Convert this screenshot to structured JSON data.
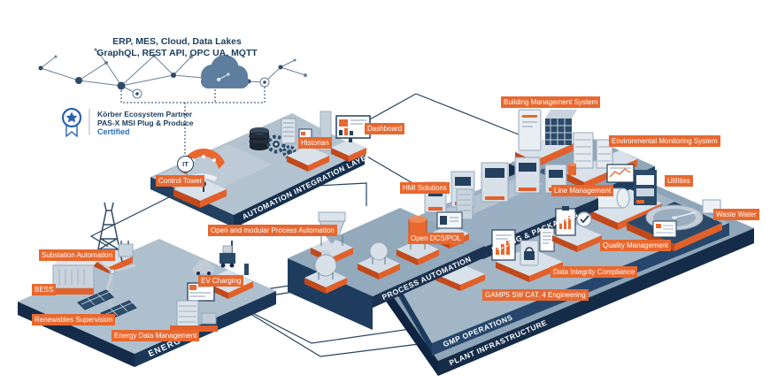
{
  "header": {
    "line1": "ERP, MES, Cloud, Data Lakes",
    "line2": "GraphQL, REST API, OPC UA, MQTT"
  },
  "certification": {
    "line1": "Körber Ecosystem Partner",
    "line2": "PAS-X MSI Plug & Produce",
    "line3": "Certified"
  },
  "it_node": "IT",
  "layers": {
    "automation_integration": "AUTOMATION INTEGRATION LAYER",
    "process_automation": "PROCESS AUTOMATION",
    "filling_packaging": "FILLING & PACKAGING",
    "gmp_operations": "GMP OPERATIONS",
    "plant_infrastructure": "PLANT INFRASTRUCTURE",
    "energy": "ENERGY"
  },
  "tags": {
    "control_tower": "Control Tower",
    "historian": "Historian",
    "dashboard": "Dashboard",
    "building_management": "Building Management System",
    "environmental_monitoring": "Environmental Monitoring System",
    "hmi_solutions": "HMI Solutions",
    "line_management": "Line Management",
    "utilities": "Utilities",
    "waste_water": "Waste Water",
    "open_modular": "Open and modular Process Automation",
    "open_dcs_pol": "Open DCS/POL",
    "quality_management": "Quality Management",
    "data_integrity": "Data Integrity Compliance",
    "gamp5": "GAMP5 SW CAT. 4 Engineering",
    "substation_automation": "Substation Automation",
    "bess": "BESS",
    "ev_charging": "EV Charging",
    "renewables_supervision": "Renewables Supervision",
    "energy_data_management": "Energy Data Management"
  },
  "colors": {
    "orange": "#E8682F",
    "orange_dark": "#C2491A",
    "navy": "#1E3C5E",
    "band_navy": "#16304F",
    "steel": "#9FB3C4",
    "accent_blue": "#2B6CB8",
    "cloud_blue": "#5E7E9F",
    "text_navy": "#1B3C5F",
    "connector": "#26425F"
  }
}
